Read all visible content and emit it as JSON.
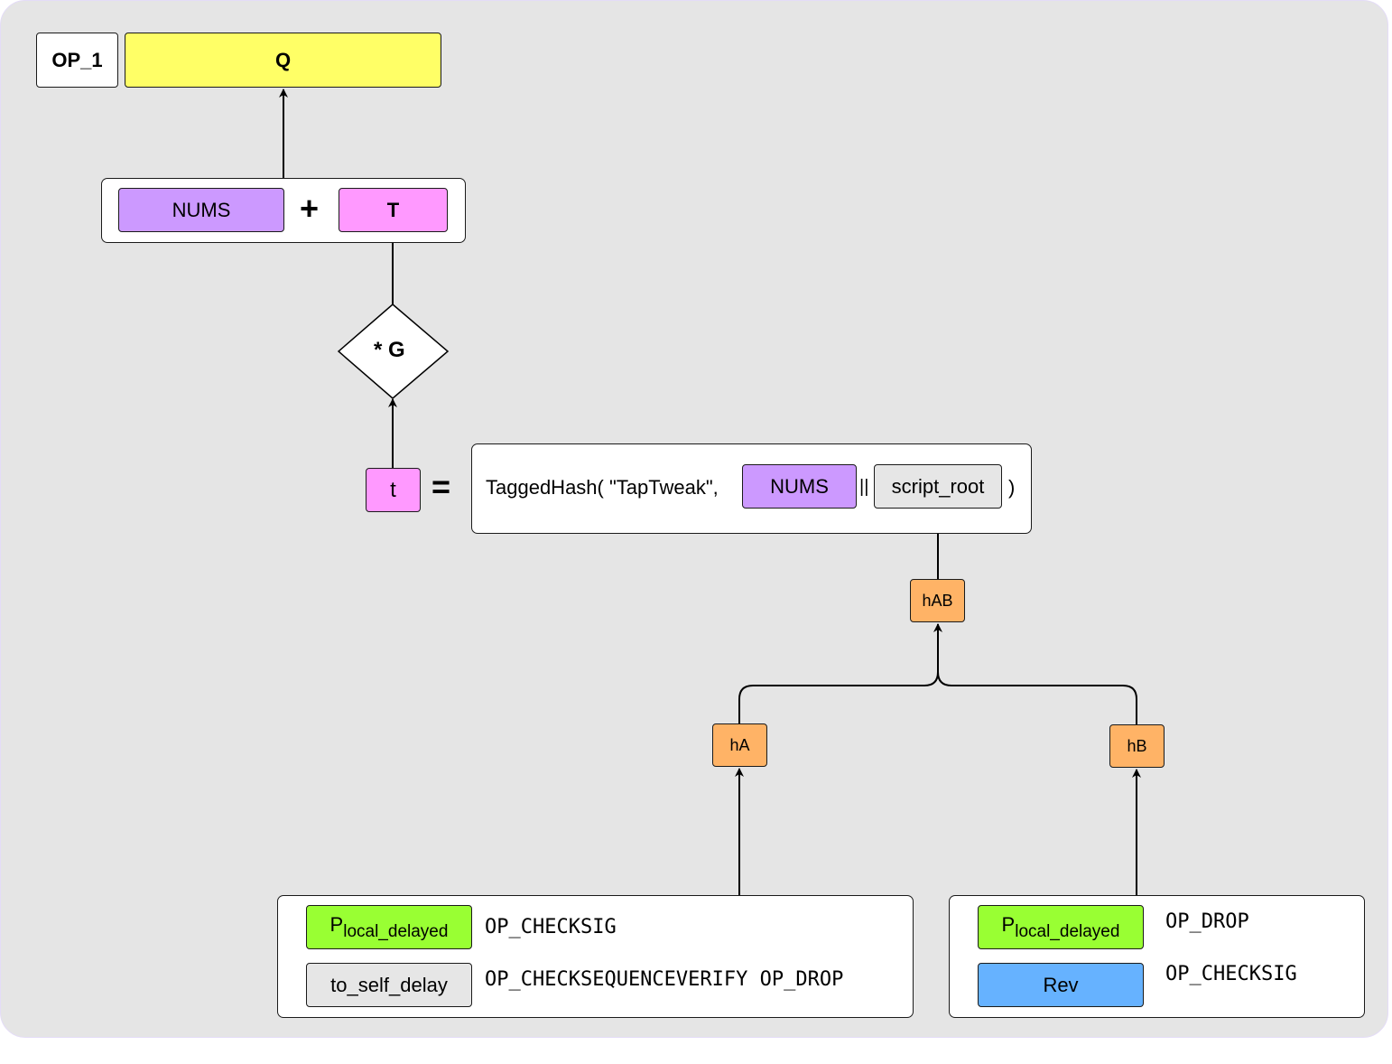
{
  "colors": {
    "canvas": "#e5e5e5",
    "q_yellow": "#ffff66",
    "nums_purple": "#cc99ff",
    "tweak_pink": "#ff99ff",
    "hash_orange": "#ffb366",
    "key_green": "#99ff33",
    "rev_blue": "#66b2ff",
    "gray_box": "#e6e6e6"
  },
  "output": {
    "op_1": "OP_1",
    "q": "Q"
  },
  "point_sum": {
    "nums": "NUMS",
    "plus": "+",
    "t_point": "T"
  },
  "multiply_g": "* G",
  "tweak": {
    "t": "t",
    "equals": "=",
    "prefix": "TaggedHash( \"TapTweak\",",
    "nums": "NUMS",
    "concat": "||",
    "script_root": "script_root",
    "suffix": ")"
  },
  "merkle": {
    "hAB": "hAB",
    "hA": "hA",
    "hB": "hB"
  },
  "script_a": {
    "key_main": "P",
    "key_sub": "local_delayed",
    "op1": "OP_CHECKSIG",
    "delay": "to_self_delay",
    "op2": "OP_CHECKSEQUENCEVERIFY OP_DROP"
  },
  "script_b": {
    "key_main": "P",
    "key_sub": "local_delayed",
    "op1": "OP_DROP",
    "rev": "Rev",
    "op2": "OP_CHECKSIG"
  }
}
